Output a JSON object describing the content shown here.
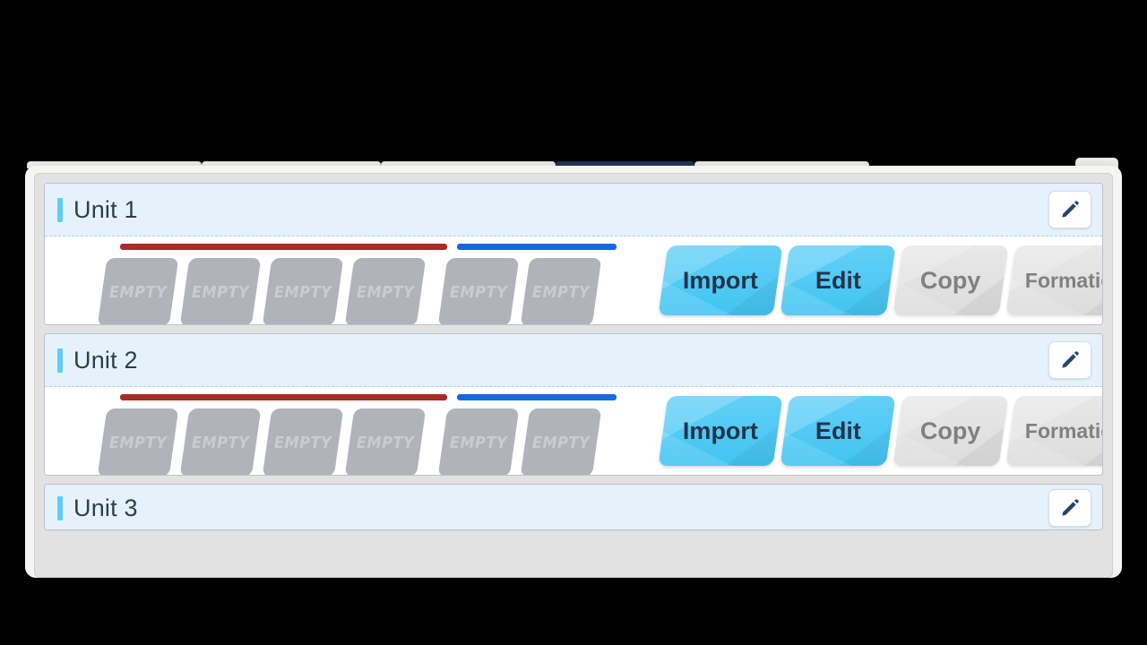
{
  "window": {
    "tabs": [
      {
        "label": "",
        "active": false
      },
      {
        "label": "",
        "active": false
      },
      {
        "label": "",
        "active": false
      },
      {
        "label": "",
        "active": true
      },
      {
        "label": "",
        "active": false
      }
    ],
    "close_label": ""
  },
  "colors": {
    "accent_cyan": "#5ecdf5",
    "header_bg": "#e6f2fb",
    "title_text": "#2c3e50",
    "front_row_bar": "#a92a28",
    "back_row_bar": "#1668e3",
    "slot_fill": "#b0b3ba",
    "slot_text": "#c9ccd2",
    "primary_button": "#41c4f1",
    "primary_button_text": "#24344d",
    "disabled_button": "#dcdcdc",
    "disabled_button_text": "#808080",
    "panel_bg": "#ffffff",
    "dialog_bg": "#f7f5f2"
  },
  "units": [
    {
      "title": "Unit 1",
      "edit_icon": "pencil-icon",
      "role_bars": [
        {
          "role": "front",
          "slots": 4
        },
        {
          "role": "back",
          "slots": 2
        }
      ],
      "slots": [
        {
          "label": "EMPTY"
        },
        {
          "label": "EMPTY"
        },
        {
          "label": "EMPTY"
        },
        {
          "label": "EMPTY"
        },
        {
          "label": "EMPTY"
        },
        {
          "label": "EMPTY"
        }
      ],
      "actions": [
        {
          "label": "Import",
          "state": "enabled"
        },
        {
          "label": "Edit",
          "state": "enabled"
        },
        {
          "label": "Copy",
          "state": "disabled"
        },
        {
          "label": "Formation",
          "state": "disabled"
        }
      ]
    },
    {
      "title": "Unit 2",
      "edit_icon": "pencil-icon",
      "role_bars": [
        {
          "role": "front",
          "slots": 4
        },
        {
          "role": "back",
          "slots": 2
        }
      ],
      "slots": [
        {
          "label": "EMPTY"
        },
        {
          "label": "EMPTY"
        },
        {
          "label": "EMPTY"
        },
        {
          "label": "EMPTY"
        },
        {
          "label": "EMPTY"
        },
        {
          "label": "EMPTY"
        }
      ],
      "actions": [
        {
          "label": "Import",
          "state": "enabled"
        },
        {
          "label": "Edit",
          "state": "enabled"
        },
        {
          "label": "Copy",
          "state": "disabled"
        },
        {
          "label": "Formation",
          "state": "disabled"
        }
      ]
    },
    {
      "title": "Unit 3",
      "edit_icon": "pencil-icon",
      "clipped": true,
      "role_bars": [],
      "slots": [],
      "actions": []
    }
  ]
}
